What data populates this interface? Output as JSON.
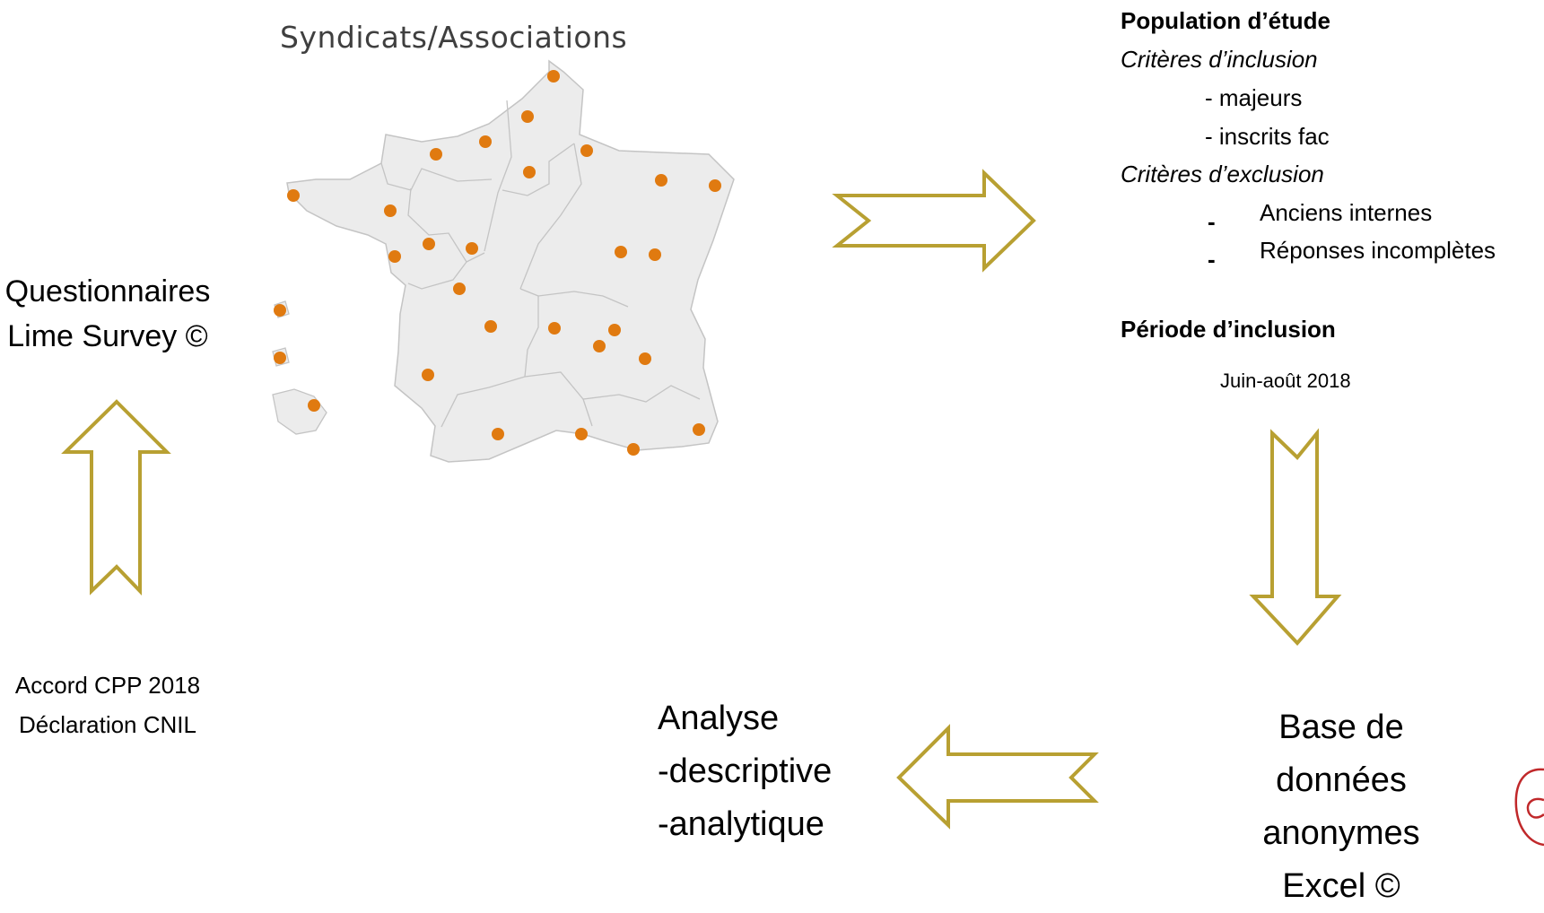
{
  "map": {
    "title": "Syndicats/Associations"
  },
  "questionnaires": {
    "line1": "Questionnaires",
    "line2": "Lime Survey ©"
  },
  "approvals": {
    "line1": "Accord CPP 2018",
    "line2": "Déclaration CNIL"
  },
  "population": {
    "heading": "Population d’étude",
    "inclusion_label": "Critères d’inclusion",
    "inclusion_items": [
      "- majeurs",
      "- inscrits fac"
    ],
    "exclusion_label": "Critères d’exclusion",
    "exclusion_items": [
      "Anciens internes",
      "Réponses incomplètes"
    ],
    "dash": "-"
  },
  "period": {
    "heading": "Période d’inclusion",
    "value": "Juin-août 2018"
  },
  "database": {
    "line1": "Base de données",
    "line2": "anonymes",
    "line3": "Excel ©"
  },
  "analysis": {
    "line1": "Analyse",
    "line2": "-descriptive",
    "line3": "-analytique"
  },
  "colors": {
    "arrow": "#b8a032",
    "dot": "#e07a10",
    "map_fill": "#ececec",
    "map_border": "#c4c4c4"
  }
}
